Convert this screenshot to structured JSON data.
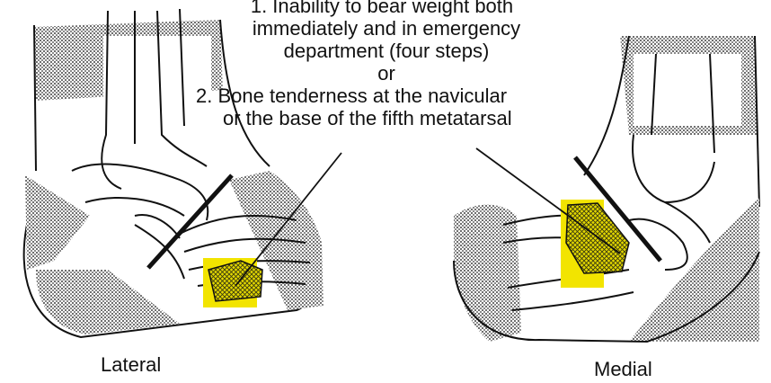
{
  "criteria": {
    "lines": [
      "1. Inability to bear weight both",
      "immediately and in emergency",
      "department (four steps)",
      "or",
      "2. Bone tenderness at the navicular",
      "or the base of the fifth metatarsal"
    ]
  },
  "views": {
    "lateral_label": "Lateral",
    "medial_label": "Medial"
  },
  "colors": {
    "highlight": "#f2e400",
    "stipple": "#7a7a7a",
    "ink": "#111111"
  }
}
